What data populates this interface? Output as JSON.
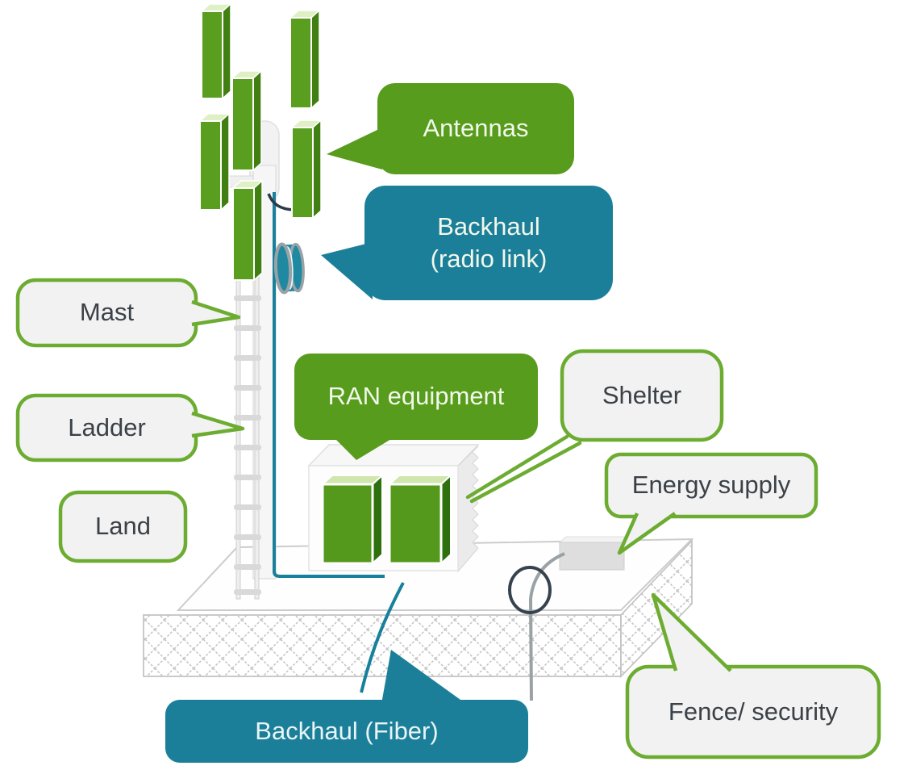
{
  "diagram": {
    "subject": "mobile-network-site-components",
    "callouts": {
      "antennas": {
        "label": "Antennas",
        "style": "green-filled"
      },
      "backhaul_radio": {
        "line1": "Backhaul",
        "line2": "(radio link)",
        "style": "teal-filled"
      },
      "mast": {
        "label": "Mast",
        "style": "white-green-outline"
      },
      "ladder": {
        "label": "Ladder",
        "style": "white-green-outline"
      },
      "land": {
        "label": "Land",
        "style": "white-green-outline"
      },
      "ran_equipment": {
        "label": "RAN equipment",
        "style": "green-filled"
      },
      "shelter": {
        "label": "Shelter",
        "style": "white-green-outline"
      },
      "energy_supply": {
        "label": "Energy supply",
        "style": "white-green-outline"
      },
      "fence_security": {
        "label": "Fence/ security",
        "style": "white-green-outline"
      },
      "backhaul_fiber": {
        "label": "Backhaul (Fiber)",
        "style": "teal-filled"
      }
    },
    "colors": {
      "callout_green": "#579c1c",
      "callout_teal": "#1c7f99",
      "outline_green": "#6cac31",
      "callout_bg": "#f2f2f2",
      "text_dark": "#3a4147",
      "text_light": "#f2f8ec",
      "antenna_front_green": "#5a9e20",
      "antenna_side_green": "#417f12",
      "cabinet_green": "#55991c",
      "drum_teal": "#2089a2",
      "cable_teal": "#17809a",
      "cable_gray": "#9aa2a6",
      "loop_dark": "#36434f",
      "structure_gray": "#c8c8c8"
    },
    "icons": [
      "antenna-panel-icon",
      "mast-icon",
      "ladder-icon",
      "microwave-drum-icon",
      "ran-cabinet-icon",
      "shelter-icon",
      "energy-supply-box-icon",
      "cable-loop-icon",
      "fiber-cable-icon",
      "fence-panel-icon",
      "platform-icon"
    ]
  }
}
